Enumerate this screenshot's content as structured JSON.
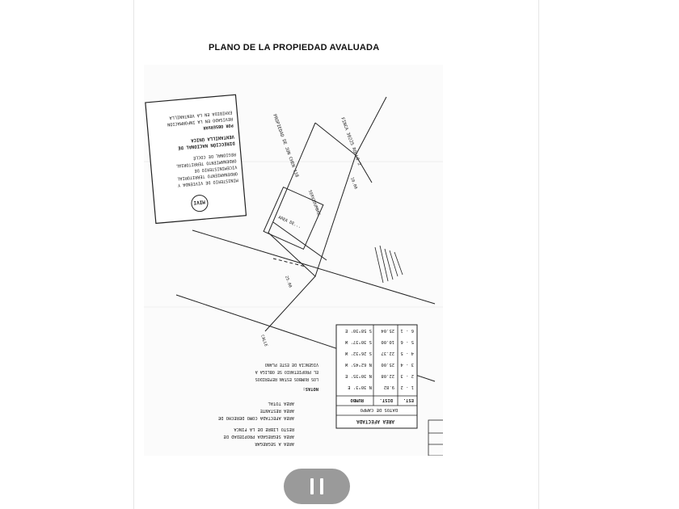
{
  "document": {
    "title": "PLANO DE LA  PROPIEDAD AVALUADA"
  },
  "stamp": {
    "logo": "MIVI",
    "lines": [
      "MINISTERIO DE VIVIENDA Y",
      "ORDENAMIENTO TERRITORIAL",
      "VICEMINISTERIO DE",
      "ORDENAMIENTO TERRITORIAL",
      "REGIONAL DE COCLÉ",
      "DIRECCIÓN NACIONAL DE",
      "VENTANILLA ÚNICA",
      "POR OBSERVAR",
      "REVISADO EN LA INFORMACIÓN",
      "EXHIBIDA EN LA VENTANILLA"
    ]
  },
  "plan_labels": {
    "north": "FINCA 30225 ROLLO 2",
    "owner": "PROPIEDAD DE JUN CHEN 118",
    "area_box": "AREA DE...",
    "dim_1": "10.00",
    "dim_2": "25.00",
    "road": "SERVIDUMBRE",
    "street": "CALLE"
  },
  "table": {
    "title": "AREA AFECTADA",
    "subtitle": "DATOS DE CAMPO",
    "headers": [
      "EST.",
      "DIST.",
      "RUMBO"
    ],
    "rows": [
      [
        "1 - 2",
        "9.82",
        "N 30°3' E"
      ],
      [
        "2 - 3",
        "22.08",
        "N 30°35' E"
      ],
      [
        "3 - 4",
        "25.00",
        "N 62°45' W"
      ],
      [
        "4 - 5",
        "22.37",
        "S 26°32' W"
      ],
      [
        "5 - 6",
        "10.00",
        "S 30°37' W"
      ],
      [
        "6 - 1",
        "25.04",
        "S 58°30' E"
      ]
    ]
  },
  "notes": [
    "AREA A SEGREGAR",
    "AREA SEGREGADA PROPIEDAD DE",
    "RESTO LIBRE DE LA FINCA",
    "AREA AFECTADA COMO DERECHO DE",
    "AREA RESTANTE",
    "AREA TOTAL"
  ],
  "footnotes": [
    "NOTAS:",
    "LOS RUMBOS ESTAN REFERIDOS",
    "EL PROPIETARIO SE OBLIGA A",
    "VIGENCIA DE ESTE PLANO"
  ],
  "media": {
    "pause_icon": "pause-icon"
  }
}
